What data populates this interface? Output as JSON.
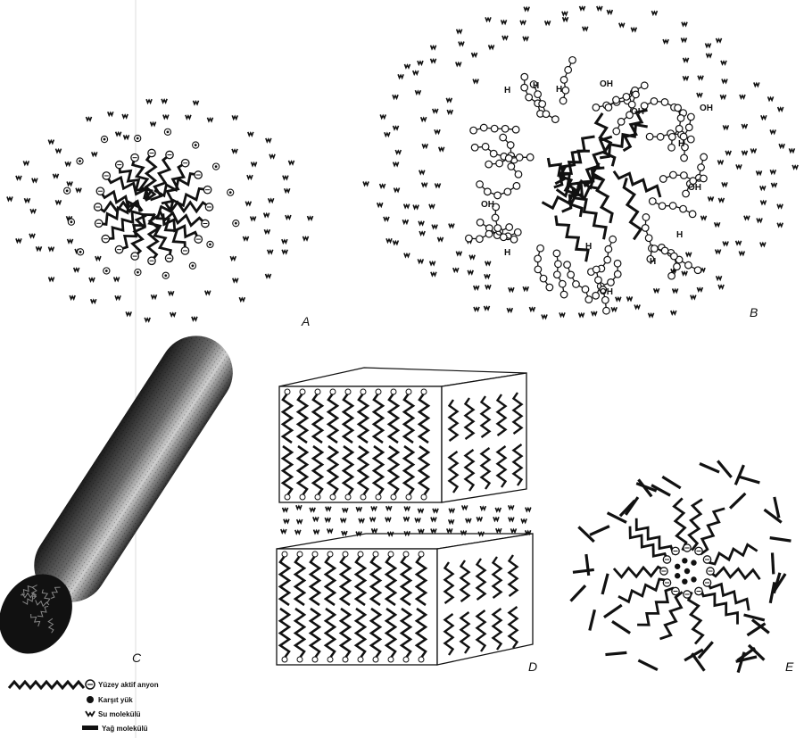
{
  "panels": [
    {
      "id": "A",
      "label": "A"
    },
    {
      "id": "B",
      "label": "B"
    },
    {
      "id": "C",
      "label": "C"
    },
    {
      "id": "D",
      "label": "D"
    },
    {
      "id": "E",
      "label": "E"
    }
  ],
  "legend": {
    "surfactant_anion": "Yüzey aktif anyon",
    "counter_charge": "Karşıt yük",
    "water_molecule": "Su molekülü",
    "oil_molecule": "Yağ molekülü"
  },
  "hydroxyl_label": "OH",
  "h_label": "H",
  "colors": {
    "ink": "#111111",
    "paper": "#ffffff"
  }
}
